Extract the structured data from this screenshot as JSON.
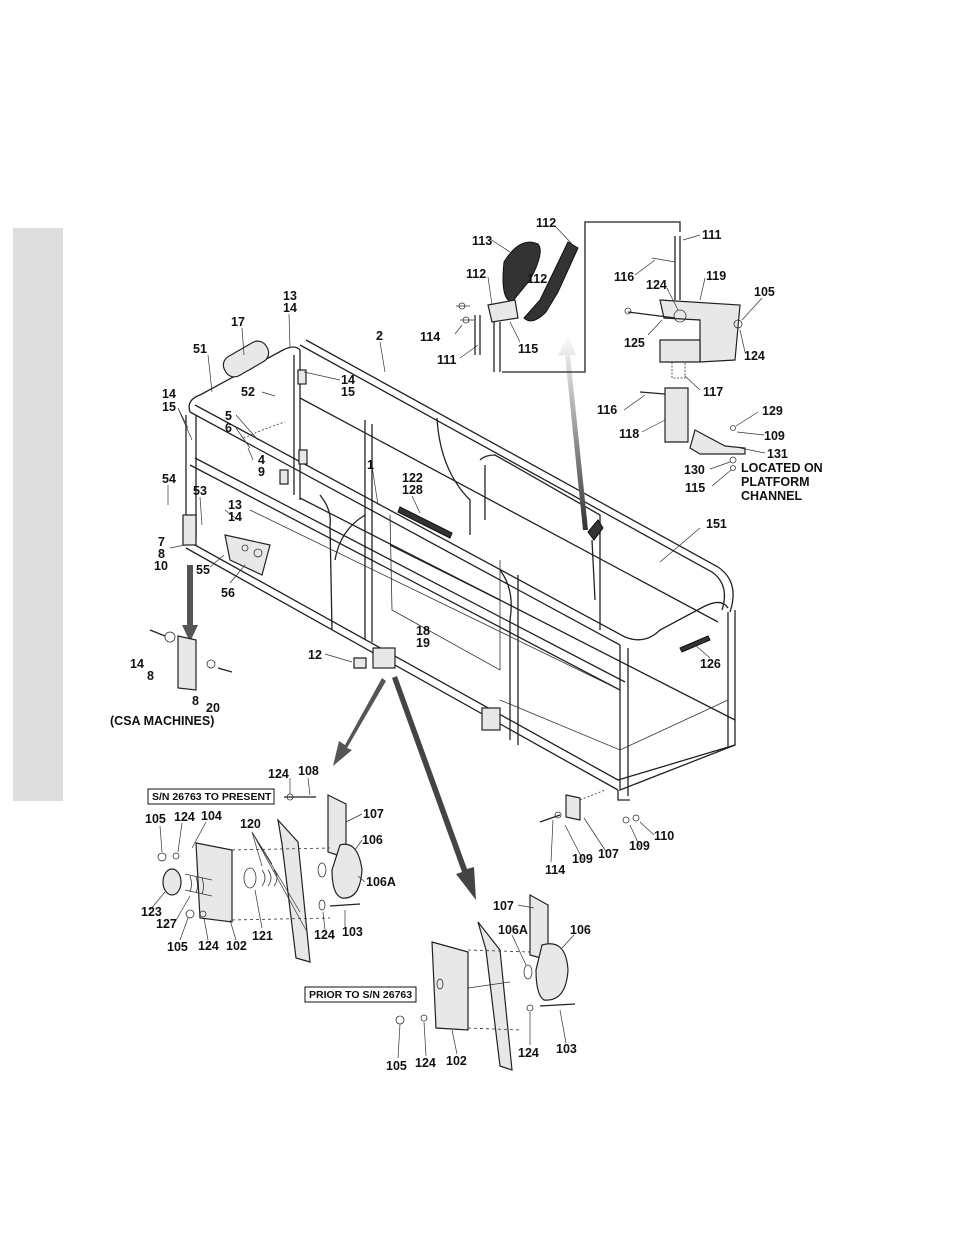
{
  "side_tab": {
    "color": "#dddddd"
  },
  "accent_color": "#111111",
  "boxed_labels": {
    "present": "S/N 26763 TO PRESENT",
    "prior": "PRIOR TO S/N 26763"
  },
  "notes": {
    "csa": "(CSA MACHINES)",
    "located_1": "LOCATED ON",
    "located_2": "PLATFORM",
    "located_3": "CHANNEL"
  },
  "callouts": {
    "c13a": "13",
    "c14a": "14",
    "c17": "17",
    "c2": "2",
    "c51": "51",
    "c52": "52",
    "c14b": "14",
    "c15b": "15",
    "c14c": "14",
    "c15c": "15",
    "c5": "5",
    "c6": "6",
    "c4": "4",
    "c9": "9",
    "c1": "1",
    "c122": "122",
    "c128": "128",
    "c54": "54",
    "c53": "53",
    "c13d": "13",
    "c14d": "14",
    "c7": "7",
    "c8a": "8",
    "c10": "10",
    "c55": "55",
    "c56": "56",
    "c18": "18",
    "c19": "19",
    "c12": "12",
    "c151": "151",
    "c126": "126",
    "c14e": "14",
    "c8b": "8",
    "c8c": "8",
    "c20": "20",
    "h112a": "112",
    "h113": "113",
    "h112b": "112",
    "h112c": "112",
    "h114": "114",
    "h115": "115",
    "h111": "111",
    "r111": "111",
    "r116a": "116",
    "r119": "119",
    "r124a": "124",
    "r105": "105",
    "r125": "125",
    "r124b": "124",
    "r117": "117",
    "r116b": "116",
    "r118": "118",
    "r129": "129",
    "r109": "109",
    "r131": "131",
    "r130": "130",
    "r115": "115",
    "s124a": "124",
    "s108": "108",
    "s107": "107",
    "s105": "105",
    "s124b": "124",
    "s104": "104",
    "s120": "120",
    "s106": "106",
    "s106a": "106A",
    "s123": "123",
    "s127": "127",
    "s121": "121",
    "s124c": "124",
    "s103": "103",
    "s105b": "105",
    "s124d": "124",
    "s102": "102",
    "b114": "114",
    "b109a": "109",
    "b107": "107",
    "b109b": "109",
    "b110": "110",
    "p107": "107",
    "p106a": "106A",
    "p106": "106",
    "p105": "105",
    "p124a": "124",
    "p102": "102",
    "p124b": "124",
    "p103": "103"
  }
}
